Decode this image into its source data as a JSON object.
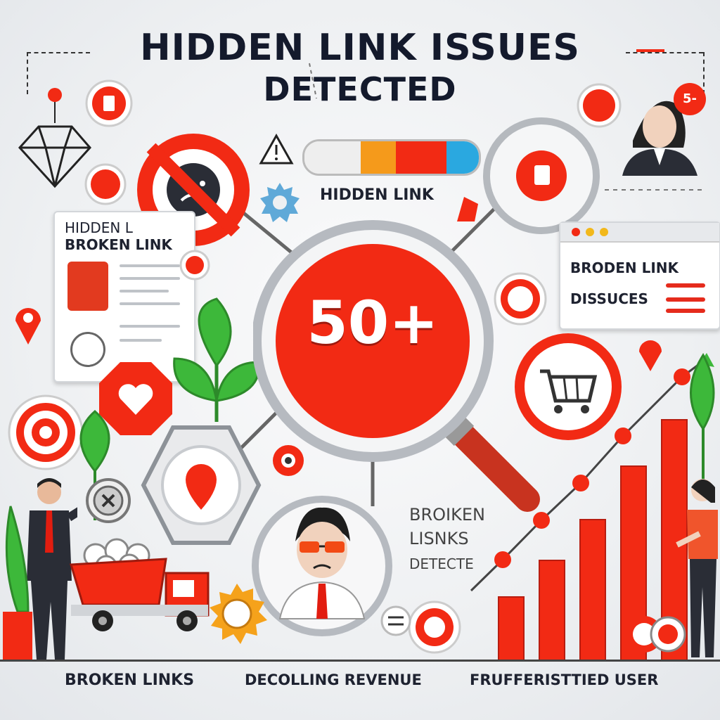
{
  "title": {
    "line1": "HIDDEN LINK ISSUES",
    "line2": "DETECTED"
  },
  "center_badge": {
    "value": "50+"
  },
  "progress_label": "HIDDEN LINK",
  "left_card": {
    "line1": "HIDDEN L",
    "line2": "BROKEN LINK"
  },
  "right_browser": {
    "line1": "BRODEN LINK",
    "line2": "DISSUCES"
  },
  "center_right_text": {
    "line1": "BROIKEN",
    "line2": "LISNKS",
    "line3": "DETECTE"
  },
  "avatar_badge": "5-",
  "captions": {
    "left": "BROKEN LINKS",
    "center": "DECOLLING REVENUE",
    "right": "FRUFFERISTTIED USER"
  },
  "colors": {
    "accent_red": "#f22a14",
    "navy": "#141a2c",
    "leaf_green": "#3db83a",
    "progress_orange": "#f59a1b",
    "progress_blue": "#2aa8e0"
  },
  "icons": [
    "no-entry-icon",
    "diamond-icon",
    "warning-triangle-icon",
    "gear-icon",
    "heart-icon",
    "target-icon",
    "shopping-cart-icon",
    "magnifier-icon",
    "location-pin-icon",
    "dump-truck-icon",
    "plant-icon"
  ],
  "chart_data": {
    "type": "bar",
    "categories": [],
    "values": [],
    "trend": "rising"
  }
}
